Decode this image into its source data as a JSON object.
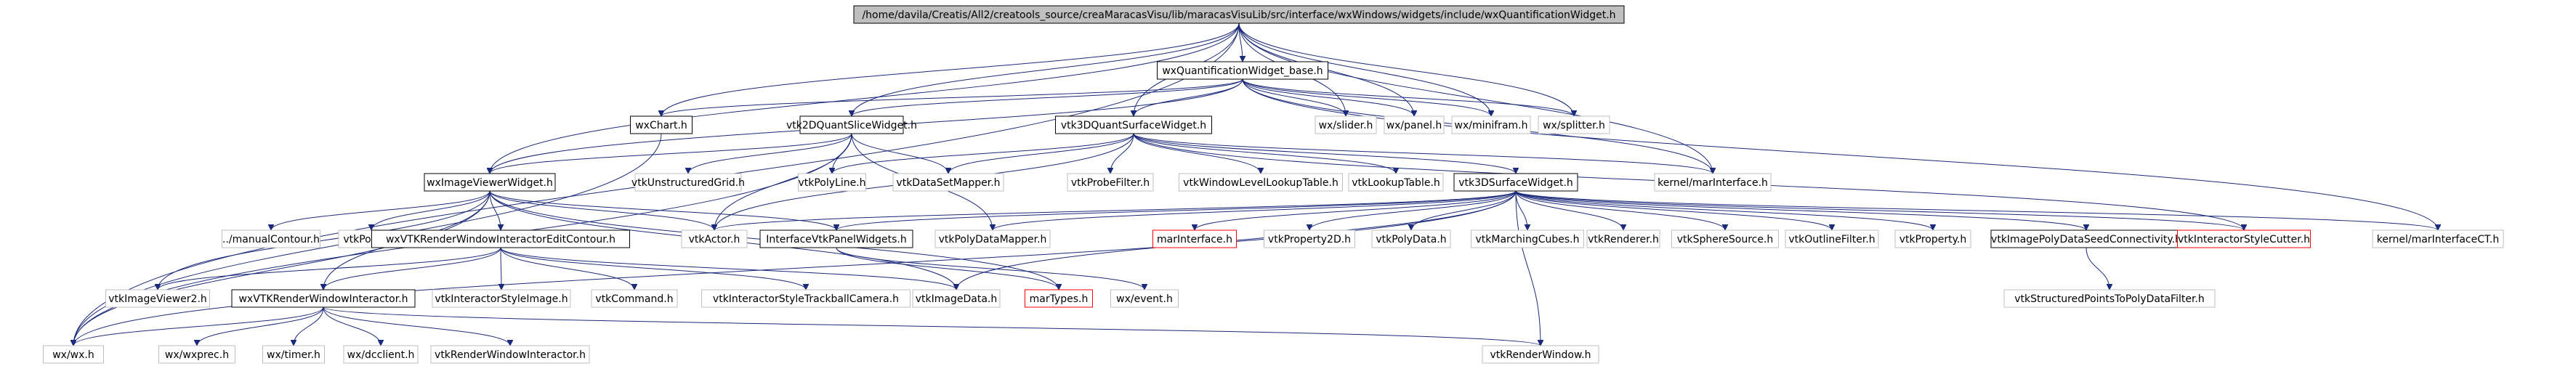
{
  "graph": {
    "nodes": [
      {
        "id": "root",
        "label": "/home/davila/Creatis/All2/creatools_source/creaMaracasVisu/lib/maracasVisuLib/src/interface/wxWindows/widgets/include/wxQuantificationWidget.h",
        "style": "root"
      },
      {
        "id": "qbase",
        "label": "wxQuantificationWidget_base.h",
        "style": "normal"
      },
      {
        "id": "wxchart",
        "label": "wxChart.h",
        "style": "normal"
      },
      {
        "id": "slice2d",
        "label": "vtk2DQuantSliceWidget.h",
        "style": "normal"
      },
      {
        "id": "surf3d",
        "label": "vtk3DQuantSurfaceWidget.h",
        "style": "normal"
      },
      {
        "id": "wxslider",
        "label": "wx/slider.h",
        "style": "external"
      },
      {
        "id": "wxpanel",
        "label": "wx/panel.h",
        "style": "external"
      },
      {
        "id": "wxminifram",
        "label": "wx/minifram.h",
        "style": "external"
      },
      {
        "id": "wxsplitter",
        "label": "wx/splitter.h",
        "style": "external"
      },
      {
        "id": "kernelmar",
        "label": "kernel/marInterface.h",
        "style": "external"
      },
      {
        "id": "imgviewer",
        "label": "wxImageViewerWidget.h",
        "style": "normal"
      },
      {
        "id": "unstruct",
        "label": "vtkUnstructuredGrid.h",
        "style": "external"
      },
      {
        "id": "polyline",
        "label": "vtkPolyLine.h",
        "style": "external"
      },
      {
        "id": "dsmapper",
        "label": "vtkDataSetMapper.h",
        "style": "external"
      },
      {
        "id": "probefilter",
        "label": "vtkProbeFilter.h",
        "style": "external"
      },
      {
        "id": "wllut",
        "label": "vtkWindowLevelLookupTable.h",
        "style": "external"
      },
      {
        "id": "lut",
        "label": "vtkLookupTable.h",
        "style": "external"
      },
      {
        "id": "surfwidget",
        "label": "vtk3DSurfaceWidget.h",
        "style": "normal"
      },
      {
        "id": "manualcontour",
        "label": "../manualContour.h",
        "style": "external"
      },
      {
        "id": "vtkpoints",
        "label": "vtkPoints.h",
        "style": "external"
      },
      {
        "id": "editcontour",
        "label": "wxVTKRenderWindowInteractorEditContour.h",
        "style": "normal"
      },
      {
        "id": "vtkactor",
        "label": "vtkActor.h",
        "style": "external"
      },
      {
        "id": "ivpanel",
        "label": "InterfaceVtkPanelWidgets.h",
        "style": "normal"
      },
      {
        "id": "polymapper",
        "label": "vtkPolyDataMapper.h",
        "style": "external"
      },
      {
        "id": "marinterface",
        "label": "marInterface.h",
        "style": "missing"
      },
      {
        "id": "prop2d",
        "label": "vtkProperty2D.h",
        "style": "external"
      },
      {
        "id": "polydata",
        "label": "vtkPolyData.h",
        "style": "external"
      },
      {
        "id": "marching",
        "label": "vtkMarchingCubes.h",
        "style": "external"
      },
      {
        "id": "renderer",
        "label": "vtkRenderer.h",
        "style": "external"
      },
      {
        "id": "sphere",
        "label": "vtkSphereSource.h",
        "style": "external"
      },
      {
        "id": "outline",
        "label": "vtkOutlineFilter.h",
        "style": "external"
      },
      {
        "id": "prop",
        "label": "vtkProperty.h",
        "style": "external"
      },
      {
        "id": "seedconn",
        "label": "vtkImagePolyDataSeedConnectivity.h",
        "style": "normal"
      },
      {
        "id": "stylecutter",
        "label": "vtkInteractorStyleCutter.h",
        "style": "missing"
      },
      {
        "id": "kernelct",
        "label": "kernel/marInterfaceCT.h",
        "style": "external"
      },
      {
        "id": "imgviewer2",
        "label": "vtkImageViewer2.h",
        "style": "external"
      },
      {
        "id": "rwi",
        "label": "wxVTKRenderWindowInteractor.h",
        "style": "normal"
      },
      {
        "id": "styleimage",
        "label": "vtkInteractorStyleImage.h",
        "style": "external"
      },
      {
        "id": "command",
        "label": "vtkCommand.h",
        "style": "external"
      },
      {
        "id": "trackball",
        "label": "vtkInteractorStyleTrackballCamera.h",
        "style": "external"
      },
      {
        "id": "imagedata",
        "label": "vtkImageData.h",
        "style": "external"
      },
      {
        "id": "martypes",
        "label": "marTypes.h",
        "style": "missing"
      },
      {
        "id": "wxevent",
        "label": "wx/event.h",
        "style": "external"
      },
      {
        "id": "structpoints",
        "label": "vtkStructuredPointsToPolyDataFilter.h",
        "style": "external"
      },
      {
        "id": "wxwx",
        "label": "wx/wx.h",
        "style": "external"
      },
      {
        "id": "wxprec",
        "label": "wx/wxprec.h",
        "style": "external"
      },
      {
        "id": "wxtimer",
        "label": "wx/timer.h",
        "style": "external"
      },
      {
        "id": "dcclient",
        "label": "wx/dcclient.h",
        "style": "external"
      },
      {
        "id": "rwiface",
        "label": "vtkRenderWindowInteractor.h",
        "style": "external"
      },
      {
        "id": "renderwindow",
        "label": "vtkRenderWindow.h",
        "style": "external"
      }
    ],
    "edges": [
      [
        "root",
        "qbase"
      ],
      [
        "root",
        "wxchart"
      ],
      [
        "root",
        "slice2d"
      ],
      [
        "root",
        "surf3d"
      ],
      [
        "root",
        "wxslider"
      ],
      [
        "root",
        "wxpanel"
      ],
      [
        "root",
        "wxminifram"
      ],
      [
        "root",
        "wxsplitter"
      ],
      [
        "root",
        "kernelmar"
      ],
      [
        "root",
        "imgviewer"
      ],
      [
        "root",
        "wxwx"
      ],
      [
        "qbase",
        "wxchart"
      ],
      [
        "qbase",
        "slice2d"
      ],
      [
        "qbase",
        "surf3d"
      ],
      [
        "qbase",
        "wxslider"
      ],
      [
        "qbase",
        "wxpanel"
      ],
      [
        "qbase",
        "wxminifram"
      ],
      [
        "qbase",
        "wxsplitter"
      ],
      [
        "qbase",
        "kernelmar"
      ],
      [
        "qbase",
        "imgviewer"
      ],
      [
        "qbase",
        "kernelct"
      ],
      [
        "wxchart",
        "wxwx"
      ],
      [
        "slice2d",
        "imgviewer"
      ],
      [
        "slice2d",
        "unstruct"
      ],
      [
        "slice2d",
        "polyline"
      ],
      [
        "slice2d",
        "dsmapper"
      ],
      [
        "slice2d",
        "vtkactor"
      ],
      [
        "slice2d",
        "polymapper"
      ],
      [
        "slice2d",
        "wxwx"
      ],
      [
        "surf3d",
        "surfwidget"
      ],
      [
        "surf3d",
        "polyline"
      ],
      [
        "surf3d",
        "dsmapper"
      ],
      [
        "surf3d",
        "probefilter"
      ],
      [
        "surf3d",
        "wllut"
      ],
      [
        "surf3d",
        "lut"
      ],
      [
        "surf3d",
        "kernelmar"
      ],
      [
        "surf3d",
        "vtkactor"
      ],
      [
        "surf3d",
        "stylecutter"
      ],
      [
        "imgviewer",
        "manualcontour"
      ],
      [
        "imgviewer",
        "vtkpoints"
      ],
      [
        "imgviewer",
        "editcontour"
      ],
      [
        "imgviewer",
        "vtkactor"
      ],
      [
        "imgviewer",
        "ivpanel"
      ],
      [
        "imgviewer",
        "imgviewer2"
      ],
      [
        "imgviewer",
        "rwi"
      ],
      [
        "imgviewer",
        "imagedata"
      ],
      [
        "imgviewer",
        "martypes"
      ],
      [
        "imgviewer",
        "wxwx"
      ],
      [
        "surfwidget",
        "vtkactor"
      ],
      [
        "surfwidget",
        "ivpanel"
      ],
      [
        "surfwidget",
        "polymapper"
      ],
      [
        "surfwidget",
        "marinterface"
      ],
      [
        "surfwidget",
        "prop2d"
      ],
      [
        "surfwidget",
        "polydata"
      ],
      [
        "surfwidget",
        "marching"
      ],
      [
        "surfwidget",
        "renderer"
      ],
      [
        "surfwidget",
        "sphere"
      ],
      [
        "surfwidget",
        "outline"
      ],
      [
        "surfwidget",
        "prop"
      ],
      [
        "surfwidget",
        "seedconn"
      ],
      [
        "surfwidget",
        "stylecutter"
      ],
      [
        "surfwidget",
        "kernelct"
      ],
      [
        "surfwidget",
        "imagedata"
      ],
      [
        "surfwidget",
        "wxwx"
      ],
      [
        "surfwidget",
        "renderwindow"
      ],
      [
        "editcontour",
        "rwi"
      ],
      [
        "editcontour",
        "styleimage"
      ],
      [
        "editcontour",
        "command"
      ],
      [
        "editcontour",
        "trackball"
      ],
      [
        "editcontour",
        "imgviewer2"
      ],
      [
        "editcontour",
        "imagedata"
      ],
      [
        "ivpanel",
        "wxevent"
      ],
      [
        "ivpanel",
        "martypes"
      ],
      [
        "seedconn",
        "structpoints"
      ],
      [
        "rwi",
        "wxwx"
      ],
      [
        "rwi",
        "wxprec"
      ],
      [
        "rwi",
        "wxtimer"
      ],
      [
        "rwi",
        "dcclient"
      ],
      [
        "rwi",
        "rwiface"
      ],
      [
        "rwi",
        "renderwindow"
      ]
    ]
  }
}
